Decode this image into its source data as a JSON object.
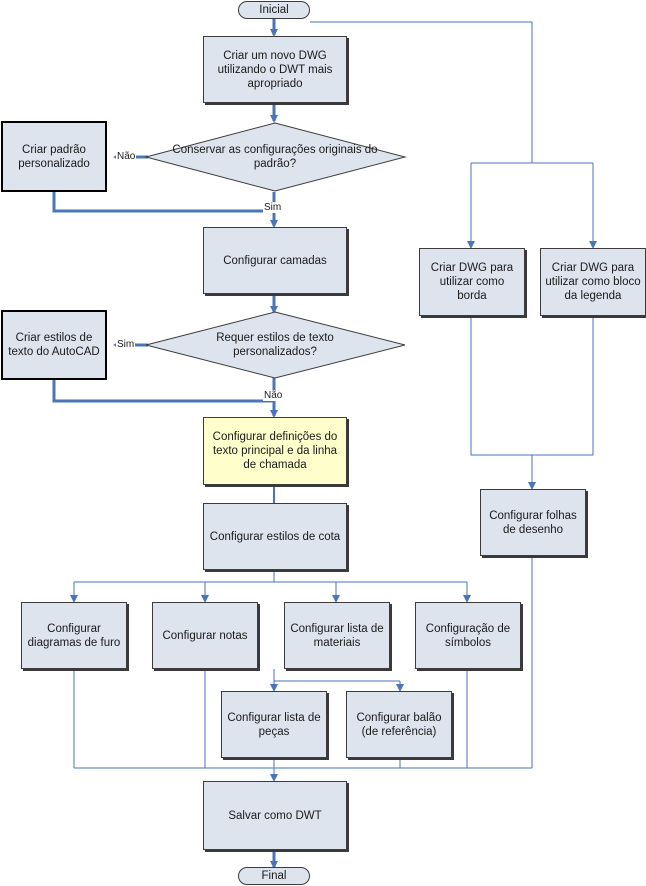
{
  "terminals": {
    "start": "Inicial",
    "end": "Final"
  },
  "nodes": {
    "create_dwg": "Criar um novo DWG utilizando o DWT mais apropriado",
    "create_custom_std": "Criar padrão personalizado",
    "config_layers": "Configurar camadas",
    "create_text_styles": "Criar estilos de texto do AutoCAD",
    "config_text": "Configurar definições do texto principal e da linha de chamada",
    "config_dim": "Configurar estilos de cota",
    "config_hole": "Configurar diagramas de furo",
    "config_notes": "Configurar notas",
    "config_bom": "Configurar lista de materiais",
    "config_symbols": "Configuração de símbolos",
    "config_parts": "Configurar lista de peças",
    "config_balloon": "Configurar balão (de referência)",
    "save_dwt": "Salvar como DWT",
    "create_border": "Criar DWG para utilizar como borda",
    "create_titleblock": "Criar DWG para utilizar como bloco da legenda",
    "config_sheets": "Configurar folhas de desenho"
  },
  "decisions": {
    "keep_std": "Conservar as configurações originais do padrão?",
    "need_text": "Requer estilos de texto personalizados?"
  },
  "edge_labels": {
    "no1": "Não",
    "yes1": "Sim",
    "yes2": "Sim",
    "no2": "Não"
  },
  "colors": {
    "line": "#4a76b8",
    "box_fill": "#dde4ee",
    "highlight_fill": "#ffffcc"
  }
}
